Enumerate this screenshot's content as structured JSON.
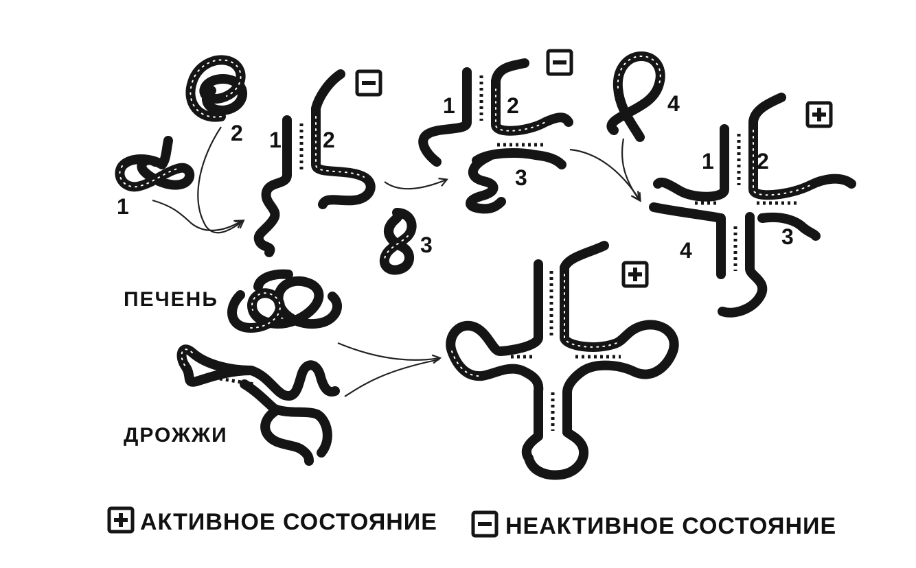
{
  "labels": {
    "n1": "1",
    "n2": "2",
    "n3": "3",
    "n4": "4"
  },
  "sources": {
    "liver": "ПЕЧЕНЬ",
    "yeast": "ДРОЖЖИ"
  },
  "legend": {
    "active": "АКТИВНОЕ СОСТОЯНИЕ",
    "inactive": "НЕАКТИВНОЕ СОСТОЯНИЕ"
  },
  "badges": {
    "active_symbol": "plus",
    "inactive_symbol": "minus"
  },
  "colors": {
    "ink": "#151515",
    "paper": "#ffffff"
  }
}
